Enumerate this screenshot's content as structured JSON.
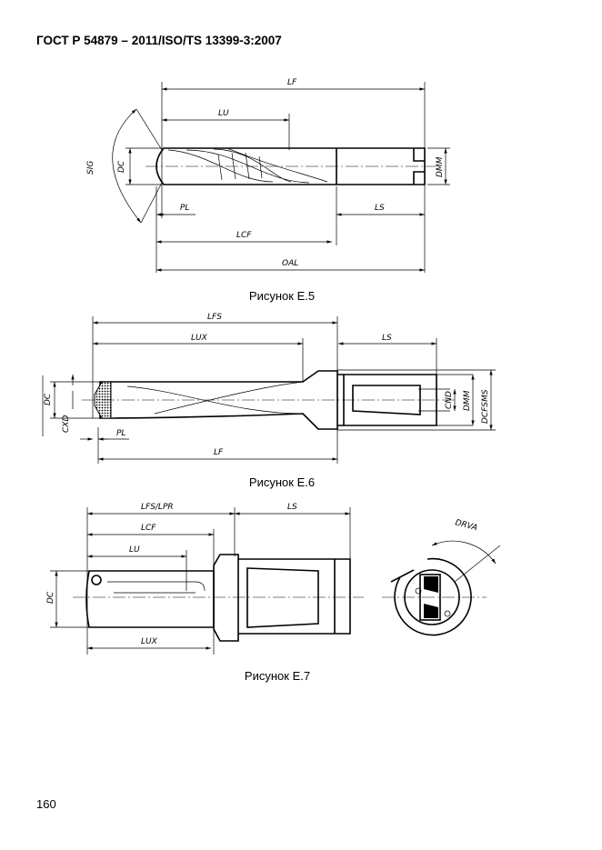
{
  "header": {
    "title": "ГОСТ Р 54879 – 2011/ISO/TS 13399-3:2007"
  },
  "figures": [
    {
      "caption": "Рисунок Е.5",
      "labels": {
        "LF": "LF",
        "LU": "LU",
        "SIG": "SIG",
        "DC": "DC",
        "DMM": "DMM",
        "PL": "PL",
        "LS": "LS",
        "LCF": "LCF",
        "OAL": "OAL"
      }
    },
    {
      "caption": "Рисунок Е.6",
      "labels": {
        "LFS": "LFS",
        "LUX": "LUX",
        "LS": "LS",
        "DC": "DC",
        "CXD": "CXD",
        "PL": "PL",
        "LF": "LF",
        "CND": "CND",
        "DMM": "DMM",
        "DCFSMS": "DCFSMS"
      }
    },
    {
      "caption": "Рисунок Е.7",
      "labels": {
        "LFS_LPR": "LFS/LPR",
        "LS": "LS",
        "LCF": "LCF",
        "LU": "LU",
        "DC": "DC",
        "LUX": "LUX",
        "DRVA": "DRVA"
      }
    }
  ],
  "footer": {
    "page_number": "160"
  }
}
